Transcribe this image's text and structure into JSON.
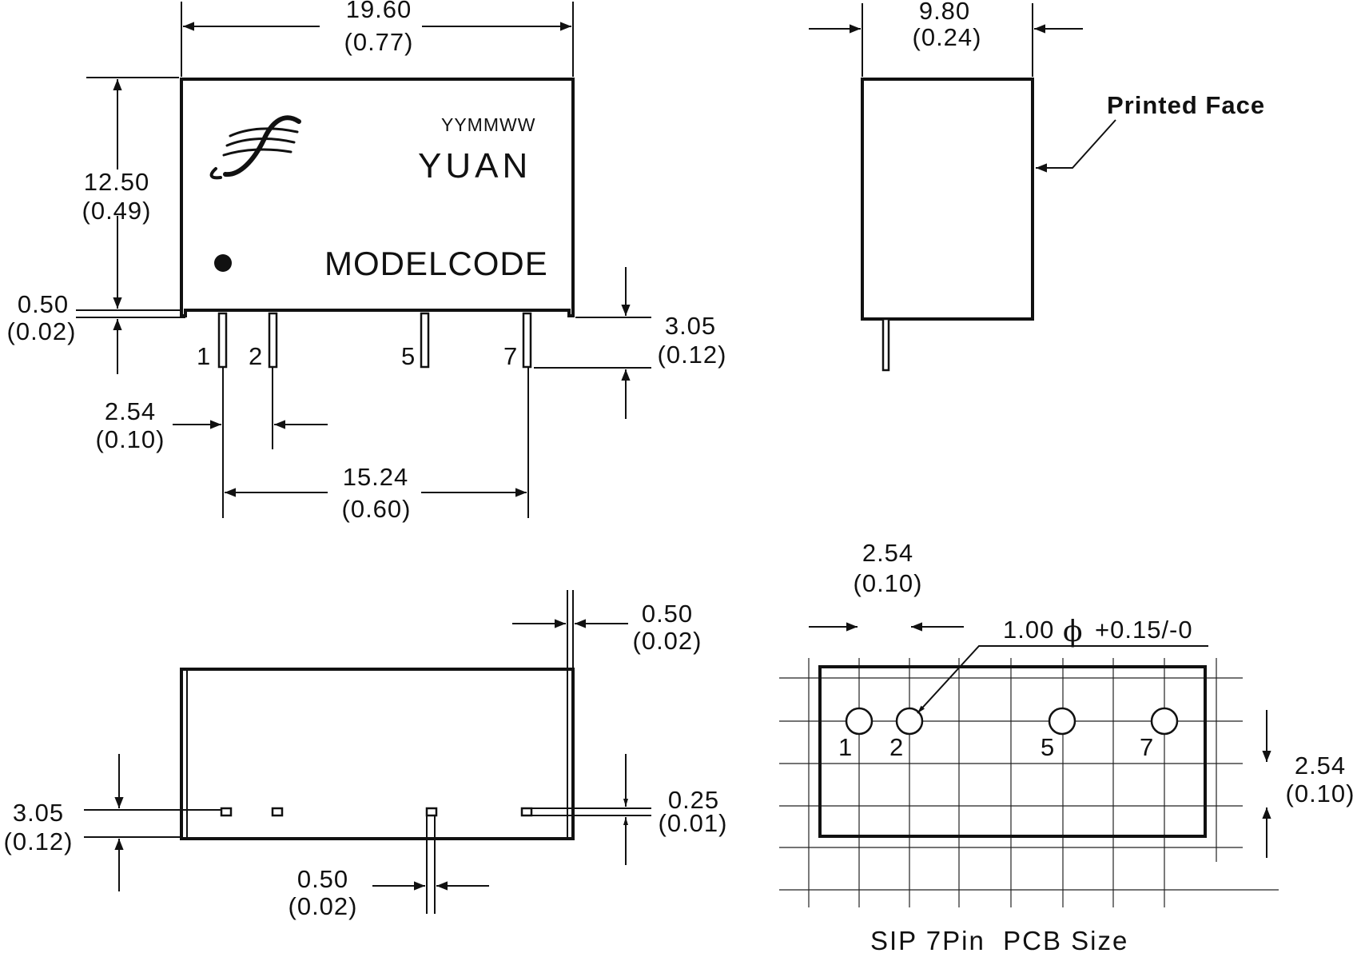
{
  "front_view": {
    "width_mm": "19.60",
    "width_in": "(0.77)",
    "height_mm": "12.50",
    "height_in": "(0.49)",
    "standoff_mm": "0.50",
    "standoff_in": "(0.02)",
    "pin_length_mm": "3.05",
    "pin_length_in": "(0.12)",
    "pitch_mm": "2.54",
    "pitch_in": "(0.10)",
    "pin_span_mm": "15.24",
    "pin_span_in": "(0.60)",
    "pins": [
      "1",
      "2",
      "5",
      "7"
    ],
    "marking": {
      "date_code": "YYMMWW",
      "brand": "YUAN",
      "model": "MODELCODE"
    }
  },
  "side_view": {
    "thickness_mm": "9.80",
    "thickness_in": "(0.24)",
    "printed_face_label": "Printed Face"
  },
  "bottom_view": {
    "wall_mm": "0.50",
    "wall_in": "(0.02)",
    "pin_offset_mm": "3.05",
    "pin_offset_in": "(0.12)",
    "pin_thickness_mm": "0.25",
    "pin_thickness_in": "(0.01)",
    "pin_width_mm": "0.50",
    "pin_width_in": "(0.02)"
  },
  "pcb_layout": {
    "pitch_h_mm": "2.54",
    "pitch_h_in": "(0.10)",
    "hole_spec": "1.00",
    "hole_symbol": "ϕ",
    "hole_tolerance": "+0.15/-0",
    "pins": [
      "1",
      "2",
      "5",
      "7"
    ],
    "pitch_v_mm": "2.54",
    "pitch_v_in": "(0.10)",
    "title": "SIP 7Pin  PCB Size"
  }
}
